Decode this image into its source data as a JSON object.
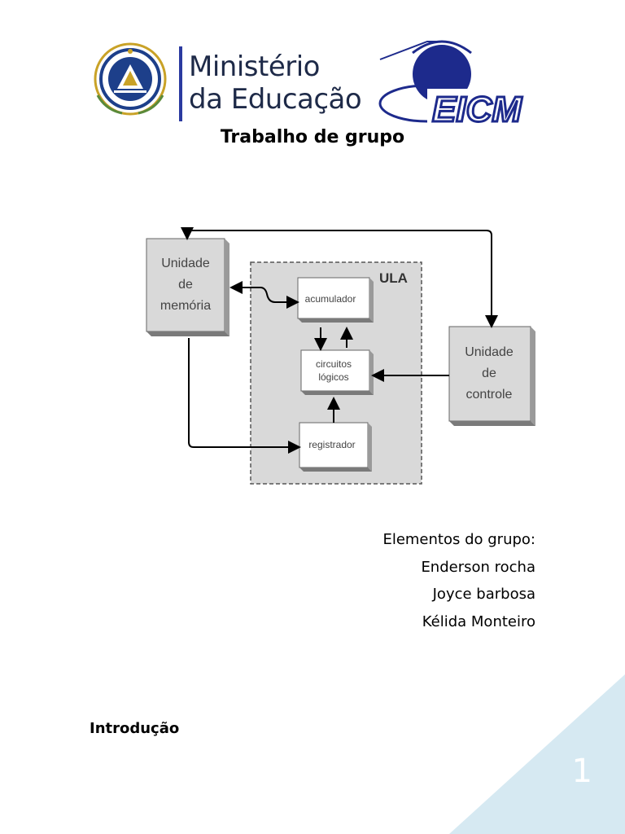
{
  "header": {
    "ministry_line1": "Ministério",
    "ministry_line2": "da Educação",
    "emblem_icon": "cape-verde-coat-of-arms-icon",
    "school_logo_text": "EICM",
    "brand_color": "#1e2a48",
    "logo_blue": "#1d2a8c"
  },
  "document": {
    "title": "Trabalho de grupo",
    "members_heading": "Elementos do grupo:",
    "members": [
      "Enderson rocha",
      "Joyce barbosa",
      "Kélida Monteiro"
    ],
    "section_heading": "Introdução",
    "page_number": "1"
  },
  "diagram": {
    "memory_unit": [
      "Unidade",
      "de",
      "memória"
    ],
    "control_unit": [
      "Unidade",
      "de",
      "controle"
    ],
    "alu_label": "ULA",
    "accumulator": "acumulador",
    "logic_circuits": [
      "circuitos",
      "lógicos"
    ],
    "register": "registrador"
  },
  "colors": {
    "corner_triangle": "#d6e9f2",
    "alu_fill": "#d9d9d9",
    "block_fill": "#d9d9d9"
  }
}
